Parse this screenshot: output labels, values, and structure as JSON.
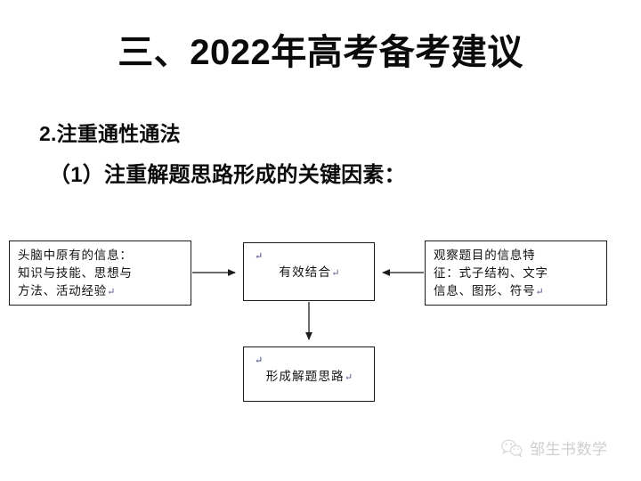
{
  "slide": {
    "background_color": "#ffffff",
    "title": "三、2022年高考备考建议",
    "subtitle_1": "2.注重通性通法",
    "subtitle_2": "（1）注重解题思路形成的关键因素："
  },
  "flowchart": {
    "box_border_color": "#1a1a1a",
    "arrow_color": "#2a2a2a",
    "return_glyph": "↵",
    "boxes": {
      "left": {
        "name": "existing-knowledge",
        "lines": [
          "头脑中原有的信息：",
          "知识与技能、思想与",
          "方法、活动经验"
        ],
        "trailing_return": "↵"
      },
      "center": {
        "name": "effective-combination",
        "leading_return": "↵",
        "lines": [
          "有效结合"
        ],
        "trailing_return": "↵"
      },
      "right": {
        "name": "observe-problem-features",
        "lines": [
          "观察题目的信息特",
          "征：式子结构、文字",
          "信息、图形、符号"
        ],
        "trailing_return": "↵"
      },
      "bottom": {
        "name": "form-solution-path",
        "leading_return": "↵",
        "lines": [
          "形成解题思路"
        ],
        "trailing_return": "↵"
      }
    },
    "connections": [
      {
        "from": "left",
        "to": "center",
        "direction": "right"
      },
      {
        "from": "right",
        "to": "center",
        "direction": "left"
      },
      {
        "from": "center",
        "to": "bottom",
        "direction": "down"
      }
    ]
  },
  "watermark": {
    "icon": "wechat-logo-icon",
    "text": "邹生书数学",
    "color": "#cfcfcf"
  }
}
